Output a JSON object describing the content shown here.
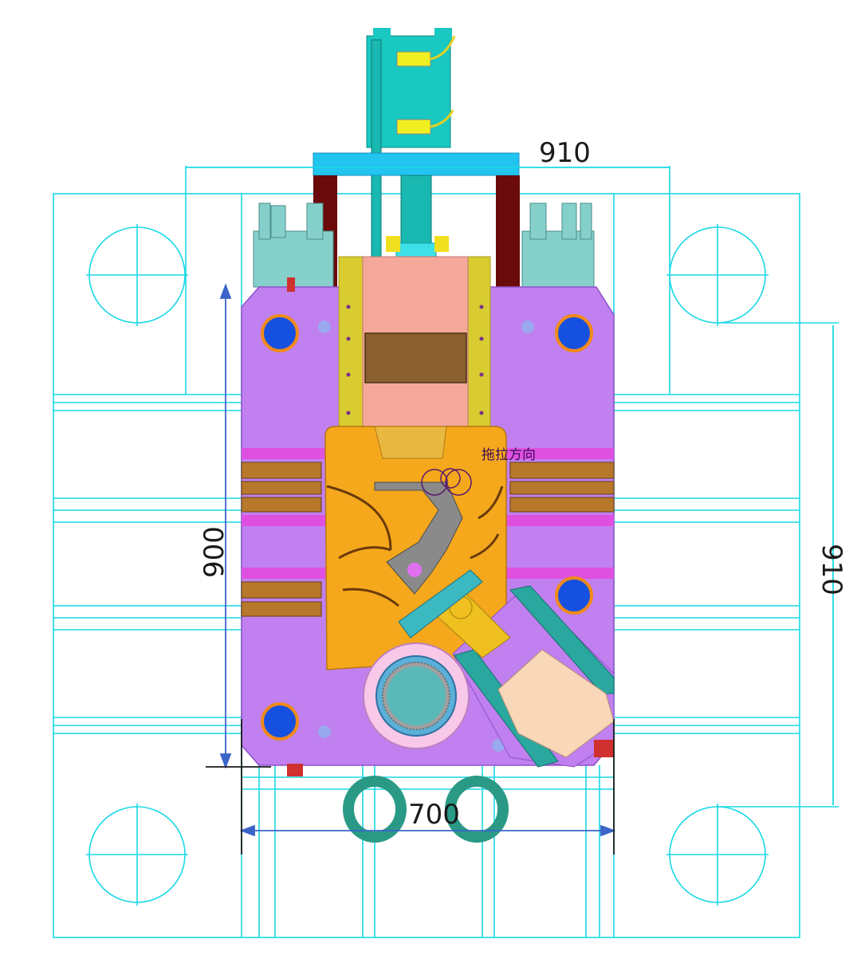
{
  "drawing": {
    "dimensions": {
      "top_width": "910",
      "right_height": "910",
      "left_height": "900",
      "bottom_width": "700"
    },
    "annotation": "拖拉方向",
    "colors": {
      "frame_line": "#19d8e6",
      "mold_plate": "#c080f0",
      "core_insert": "#f5a81c",
      "pink_block": "#f4a89a",
      "yellow_rail": "#d8cc30",
      "bolt_hole": "#1650e0",
      "bolt_ring": "#f08a1a",
      "dimension_line": "#3a64c8",
      "cylinder": "#1cc8c8",
      "eye_bolt": "#2a9a86",
      "slide_block": "#f8d8b8",
      "slide_rail": "#2aa8a0",
      "runner": "#b8782c",
      "dark_post": "#6a0a0a"
    }
  }
}
